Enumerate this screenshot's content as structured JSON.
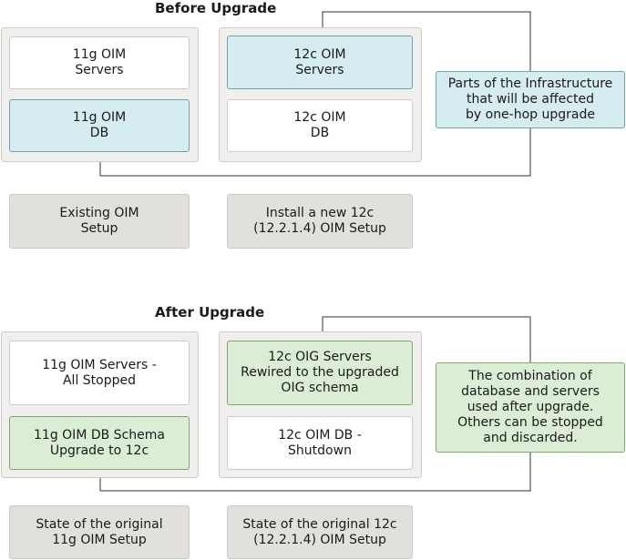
{
  "before": {
    "title": "Before Upgrade",
    "server_11g": [
      "11g OIM",
      "Servers"
    ],
    "db_11g": [
      "11g OIM",
      "DB"
    ],
    "server_12c": [
      "12c OIM",
      "Servers"
    ],
    "db_12c": [
      "12c OIM",
      "DB"
    ],
    "callout": [
      "Parts of the Infrastructure",
      "that will be affected",
      "by one-hop upgrade"
    ],
    "label_left": [
      "Existing OIM",
      "Setup"
    ],
    "label_right": [
      "Install a new 12c",
      "(12.2.1.4) OIM Setup"
    ]
  },
  "after": {
    "title": "After Upgrade",
    "server_11g": [
      "11g OIM Servers -",
      "All Stopped"
    ],
    "db_11g": [
      "11g OIM DB Schema",
      "Upgrade to 12c"
    ],
    "server_12c": [
      "12c OIG Servers",
      "Rewired to the upgraded",
      "OIG schema"
    ],
    "db_12c": [
      "12c OIM DB -",
      "Shutdown"
    ],
    "callout": [
      "The combination of",
      "database and servers",
      "used after upgrade.",
      "Others can be stopped",
      "and discarded."
    ],
    "label_left": [
      "State of the original",
      "11g OIM Setup"
    ],
    "label_right": [
      "State of the original 12c",
      "(12.2.1.4) OIM Setup"
    ]
  },
  "colors": {
    "highlight_blue": "#d5ecf0",
    "highlight_green": "#dcedd5",
    "panel": "#f1efed"
  }
}
